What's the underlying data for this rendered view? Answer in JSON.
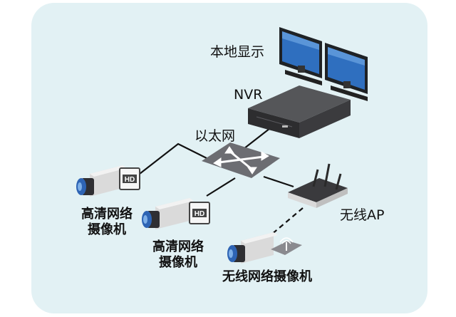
{
  "colors": {
    "panel_bg": "#e2f1f4",
    "device_dark": "#2d2d2f",
    "switch_gray": "#6c6d72",
    "camera_body": "#e6e6e6",
    "lens_blue": "#2e64b4",
    "cable": "#111111"
  },
  "labels": {
    "local_display": "本地显示",
    "nvr": "NVR",
    "ethernet": "以太网",
    "wireless_ap": "无线AP",
    "hd_camera_1_line1": "高清网络",
    "hd_camera_1_line2": "摄像机",
    "hd_camera_2_line1": "高清网络",
    "hd_camera_2_line2": "摄像机",
    "wireless_camera": "无线网络摄像机",
    "hd_badge": "HD"
  },
  "icons": [
    "monitor-icon",
    "nvr-icon",
    "network-switch-icon",
    "wireless-router-icon",
    "hd-camera-icon",
    "hd-badge-icon",
    "wireless-signal-icon"
  ]
}
